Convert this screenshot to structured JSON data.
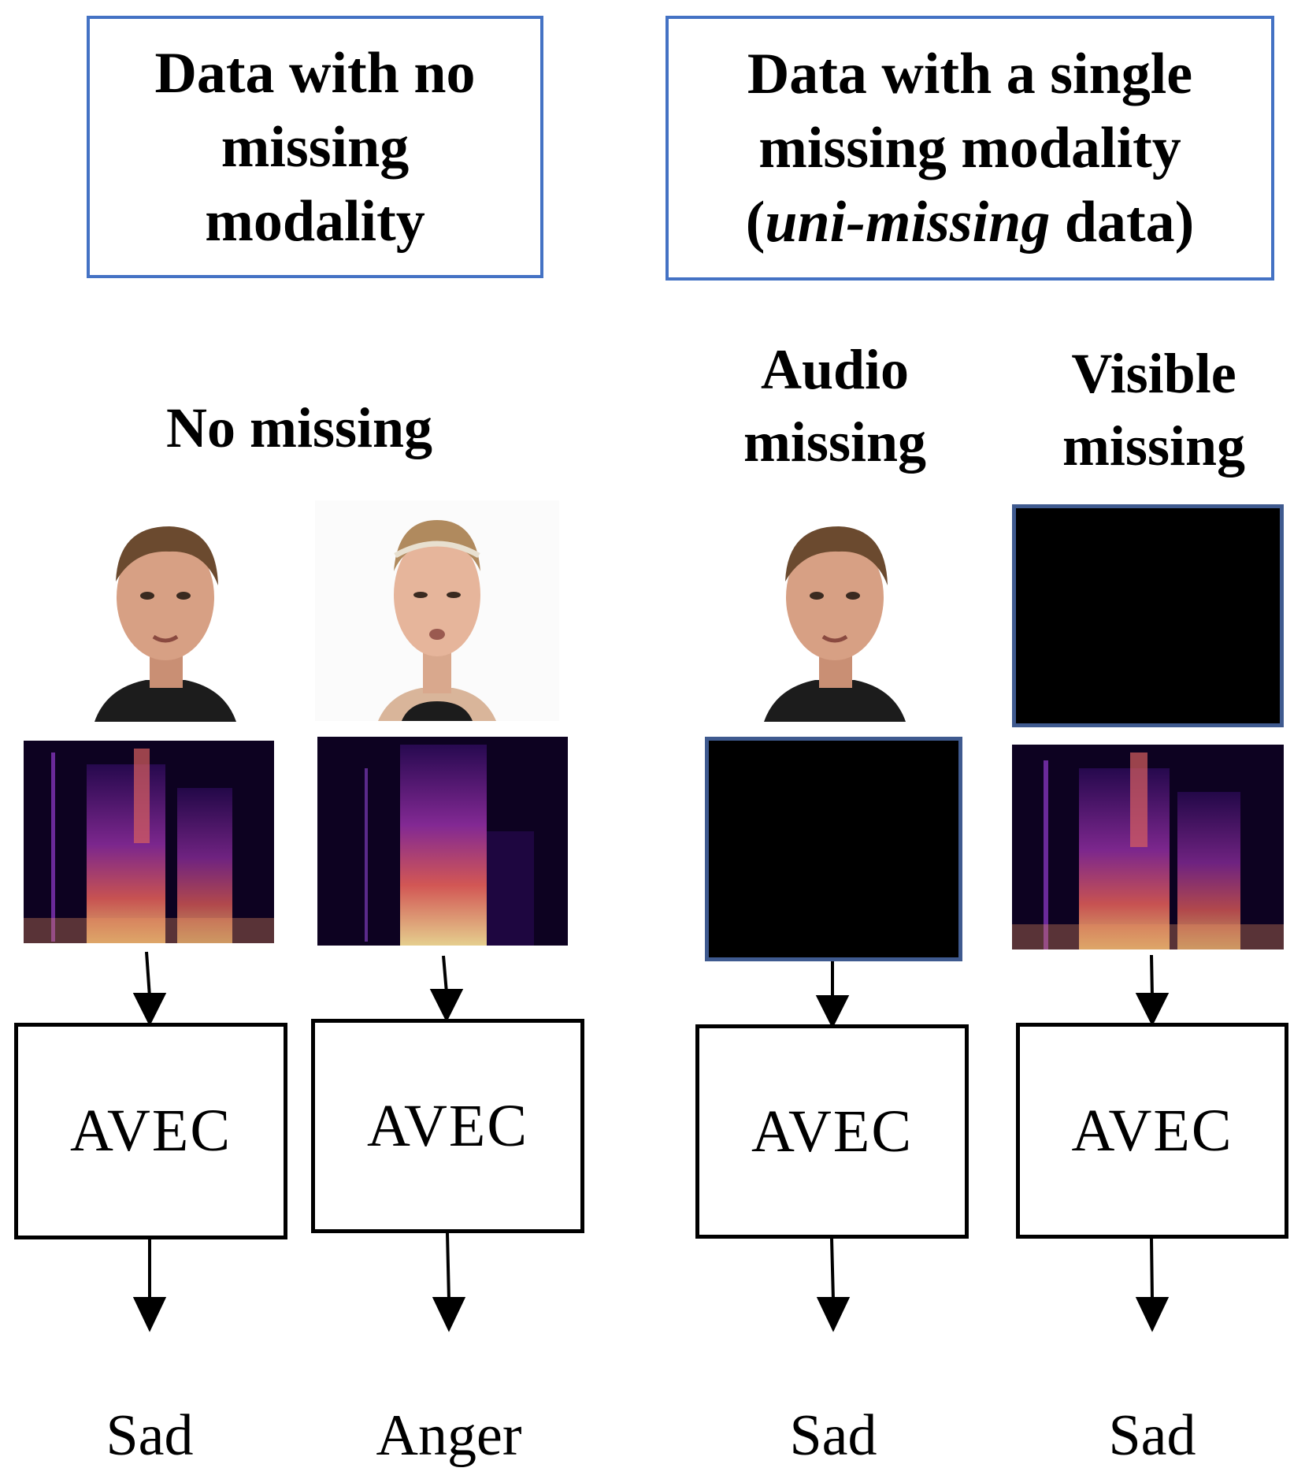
{
  "headers": {
    "left": {
      "line1": "Data with no",
      "line2": "missing",
      "line3": "modality"
    },
    "right": {
      "line1": "Data with a single",
      "line2": "missing modality",
      "paren_open": "(",
      "italic": "uni-missing",
      "rest": " data)"
    }
  },
  "columns": [
    {
      "title": "No missing",
      "model": "AVEC",
      "output": "Sad"
    },
    {
      "title": "",
      "model": "AVEC",
      "output": "Anger"
    },
    {
      "title_line1": "Audio",
      "title_line2": "missing",
      "model": "AVEC",
      "output": "Sad"
    },
    {
      "title_line1": "Visible",
      "title_line2": "missing",
      "model": "AVEC",
      "output": "Sad"
    }
  ],
  "colors": {
    "header_border": "#4472c4",
    "missing_border": "#3f5a8f",
    "spectrogram_bg": "#0d0221"
  }
}
